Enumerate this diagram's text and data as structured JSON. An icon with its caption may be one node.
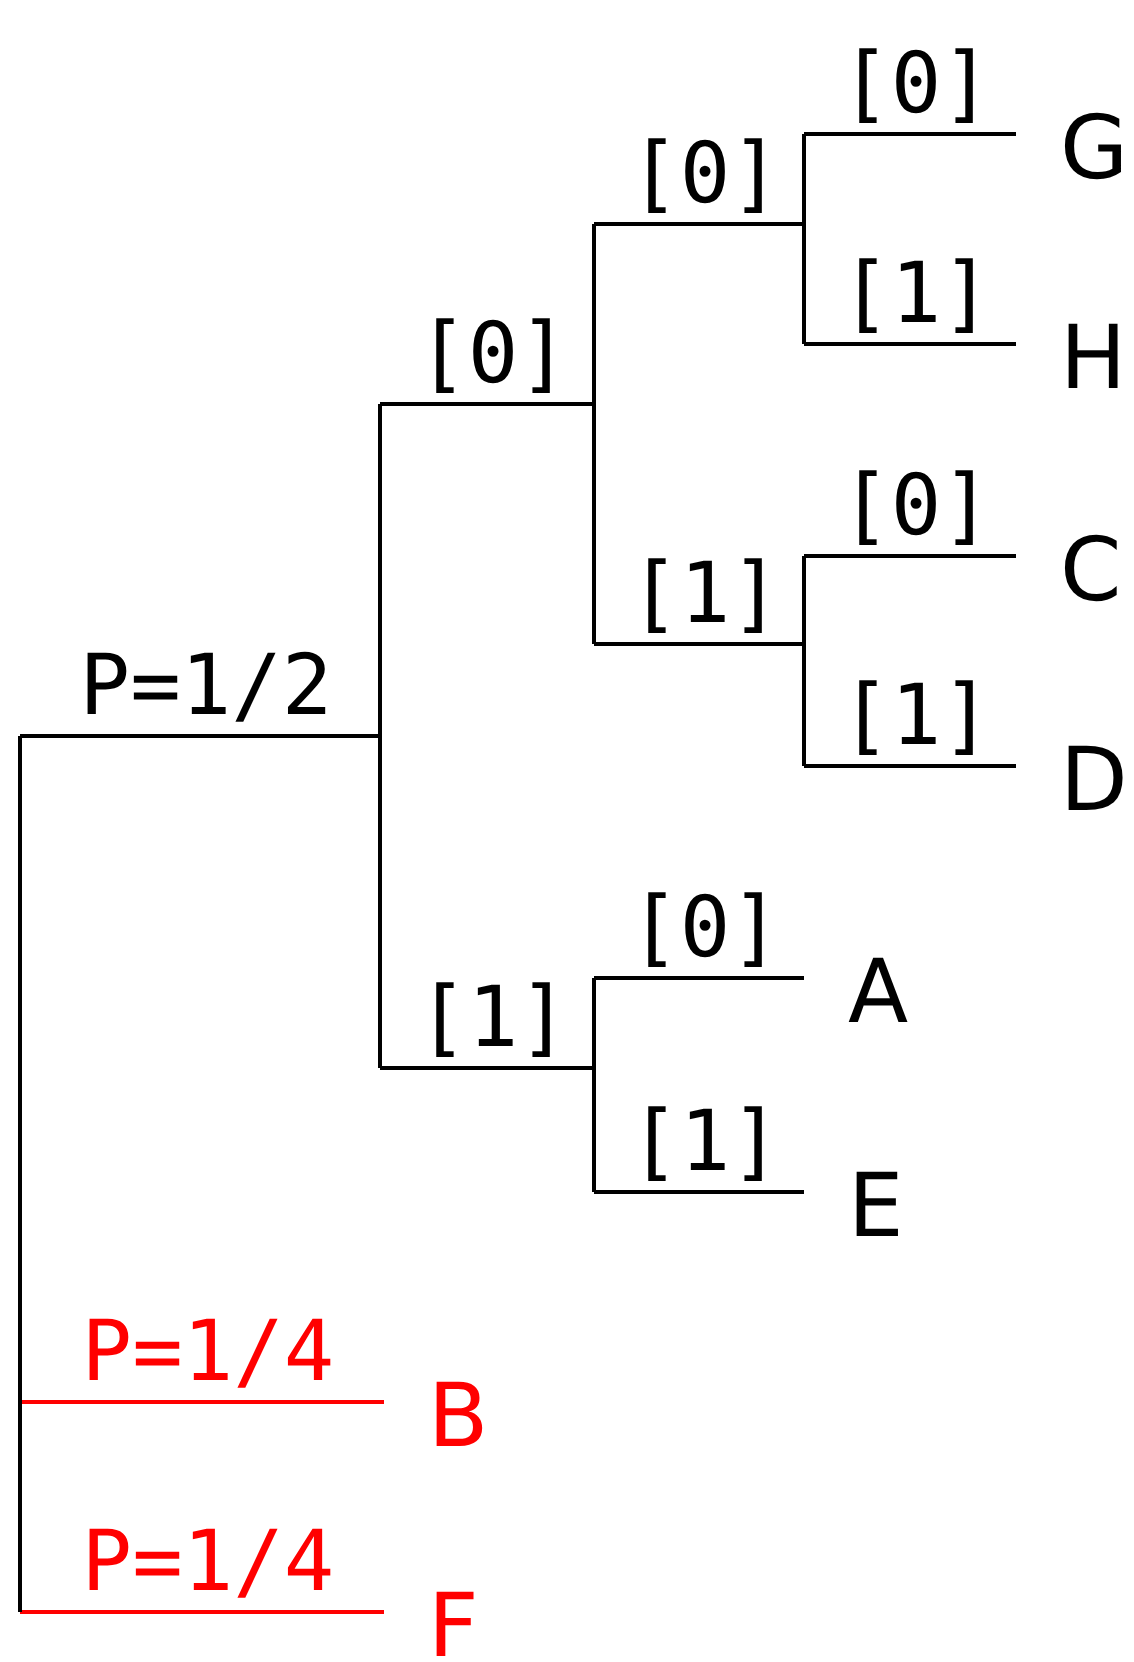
{
  "diagram": {
    "nodes": [
      {
        "text": [],
        "shape": "bar"
      },
      {
        "text": [],
        "shape": "bar"
      },
      {
        "text": [],
        "shape": "bar"
      },
      {
        "text": [],
        "shape": "bar"
      },
      {
        "text": [
          "G"
        ]
      },
      {
        "text": [
          "H"
        ]
      },
      {
        "text": [],
        "shape": "bar"
      },
      {
        "text": [
          "C"
        ]
      },
      {
        "text": [
          "D"
        ]
      },
      {
        "text": [],
        "shape": "bar"
      },
      {
        "text": [
          "A"
        ]
      },
      {
        "text": [
          "E"
        ]
      },
      {
        "text": [
          "B"
        ]
      },
      {
        "text": [
          "F"
        ]
      }
    ],
    "edges": [
      {
        "from": 0,
        "to": 1,
        "arrow": "none",
        "label": "P=1/2"
      },
      {
        "from": 1,
        "to": 2,
        "arrow": "none",
        "label": "[0]"
      },
      {
        "from": 2,
        "to": 3,
        "arrow": "none",
        "label": "[0]"
      },
      {
        "from": 3,
        "to": 4,
        "arrow": "none",
        "label": "[0]"
      },
      {
        "from": 3,
        "to": 5,
        "arrow": "none",
        "label": "[1]"
      },
      {
        "from": 2,
        "to": 6,
        "arrow": "none",
        "label": "[1]"
      },
      {
        "from": 6,
        "to": 7,
        "arrow": "none",
        "label": "[0]"
      },
      {
        "from": 6,
        "to": 8,
        "arrow": "none",
        "label": "[1]"
      },
      {
        "from": 1,
        "to": 9,
        "arrow": "none",
        "label": "[1]"
      },
      {
        "from": 9,
        "to": 10,
        "arrow": "none",
        "label": "[0]"
      },
      {
        "from": 9,
        "to": 11,
        "arrow": "none",
        "label": "[1]"
      },
      {
        "from": 0,
        "to": 12,
        "arrow": "none",
        "label": "P=1/4",
        "color": "#ff0000"
      },
      {
        "from": 0,
        "to": 13,
        "arrow": "none",
        "label": "P=1/4",
        "color": "#ff0000"
      }
    ]
  }
}
